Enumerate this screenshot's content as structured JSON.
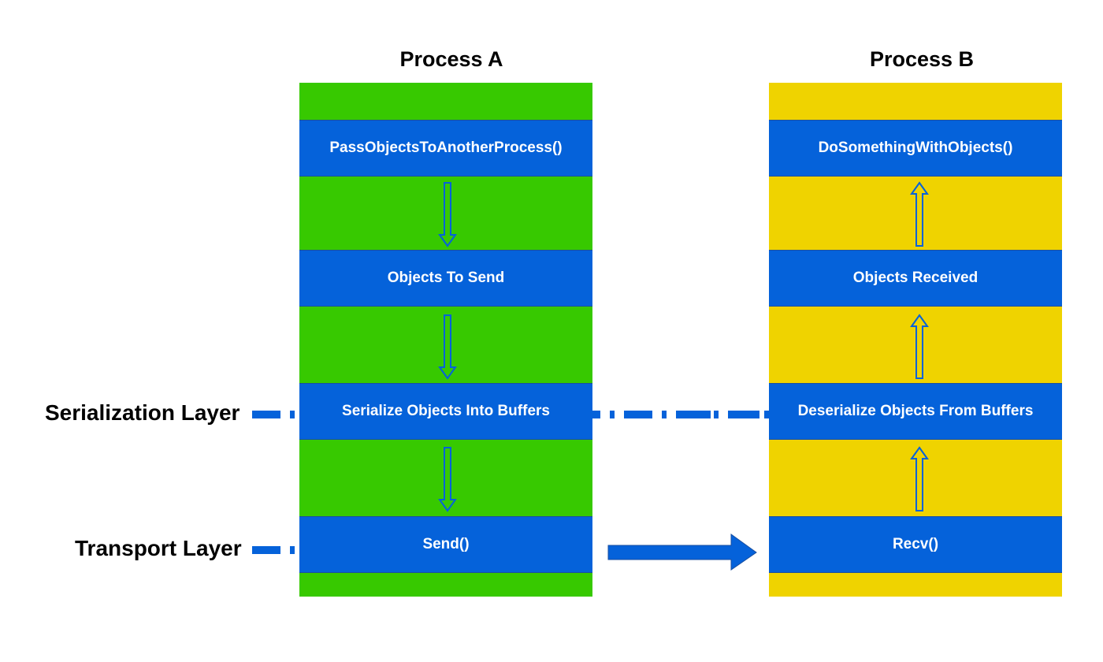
{
  "colors": {
    "process_a_bg": "#37c900",
    "process_b_bg": "#efd300",
    "box_fill": "#0562da",
    "arrow": "#0562da"
  },
  "process_a": {
    "title": "Process A",
    "boxes": [
      "PassObjectsToAnotherProcess()",
      "Objects To Send",
      "Serialize Objects Into Buffers",
      "Send()"
    ]
  },
  "process_b": {
    "title": "Process B",
    "boxes": [
      "DoSomethingWithObjects()",
      "Objects Received",
      "Deserialize Objects From Buffers",
      "Recv()"
    ]
  },
  "layers": {
    "serialization": "Serialization Layer",
    "transport": "Transport Layer"
  }
}
